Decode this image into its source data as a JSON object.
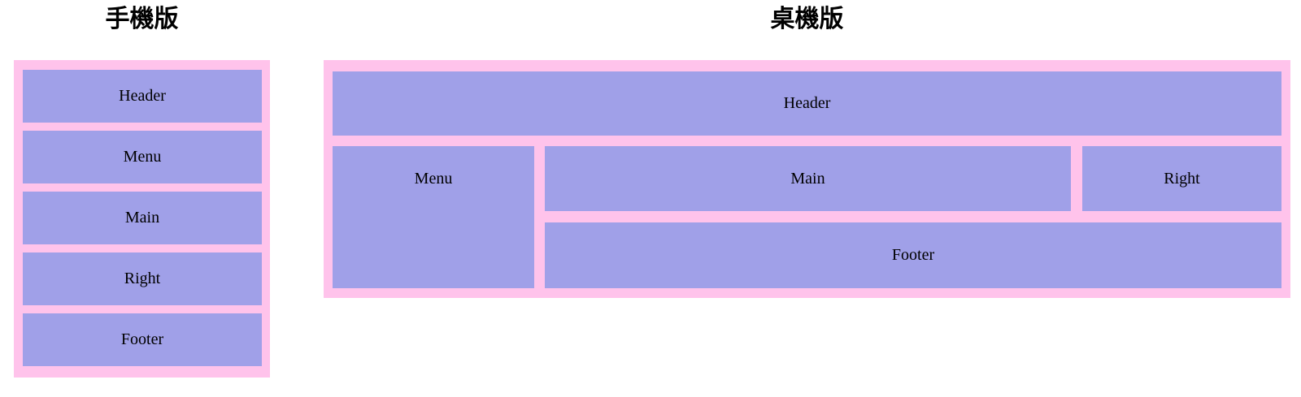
{
  "colors": {
    "container_bg": "#ffc3eb",
    "block_bg": "#a0a0e8",
    "text": "#000000",
    "page_bg": "#ffffff"
  },
  "mobile": {
    "title": "手機版",
    "blocks": [
      "Header",
      "Menu",
      "Main",
      "Right",
      "Footer"
    ]
  },
  "desktop": {
    "title": "桌機版",
    "header": "Header",
    "menu": "Menu",
    "main": "Main",
    "right": "Right",
    "footer": "Footer"
  }
}
